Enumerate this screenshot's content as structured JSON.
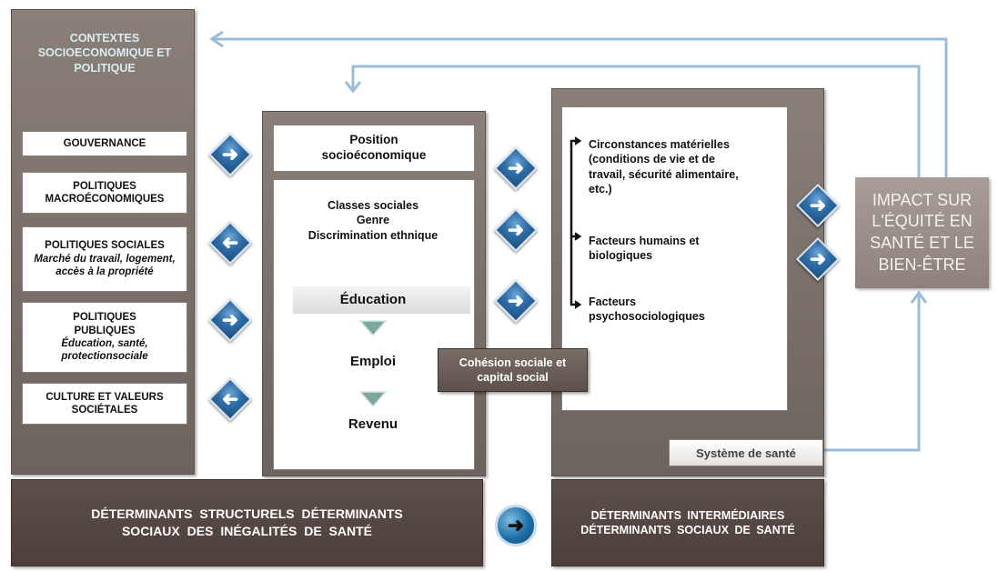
{
  "left_column": {
    "title": "CONTEXTES SOCIOECONOMIQUE ET POLITIQUE",
    "items": [
      {
        "label": "GOUVERNANCE",
        "detail": ""
      },
      {
        "label": "POLITIQUES MACROÉCONOMIQUES",
        "detail": ""
      },
      {
        "label": "POLITIQUES SOCIALES",
        "detail": "Marché du travail, logement, accès à la propriété"
      },
      {
        "label": "POLITIQUES PUBLIQUES",
        "detail": "Éducation, santé, protectionsociale"
      },
      {
        "label": "CULTURE ET VALEURS SOCIÉTALES",
        "detail": ""
      }
    ]
  },
  "middle_column": {
    "header": "Position socioéconomique",
    "categories": "Classes sociales\nGenre\nDiscrimination ethnique",
    "steps": [
      "Éducation",
      "Emploi",
      "Revenu"
    ]
  },
  "cohesion_label": "Cohésion sociale et capital social",
  "right_column": {
    "factors": [
      "Circonstances matérielles (conditions de vie et de travail, sécurité alimentaire, etc.)",
      "Facteurs humains et biologiques",
      "Facteurs psychosociologiques"
    ],
    "health_system": "Système de santé"
  },
  "impact_label": "IMPACT SUR L'ÉQUITÉ EN SANTÉ ET LE BIEN-ÊTRE",
  "bottom": {
    "structural": "DÉTERMINANTS STRUCTURELS DÉTERMINANTS SOCIAUX DES INÉGALITÉS DE SANTÉ",
    "intermediate": "DÉTERMINANTS INTERMÉDIAIRES DÉTERMINANTS SOCIAUX DE SANTÉ"
  },
  "colors": {
    "panel_grey": "#7b706a",
    "panel_dark": "#4c3f3a",
    "arrow_blue": "#2f6ea8",
    "feedback_line": "#9bbcd8",
    "impact_bg": "#9a8e88"
  }
}
